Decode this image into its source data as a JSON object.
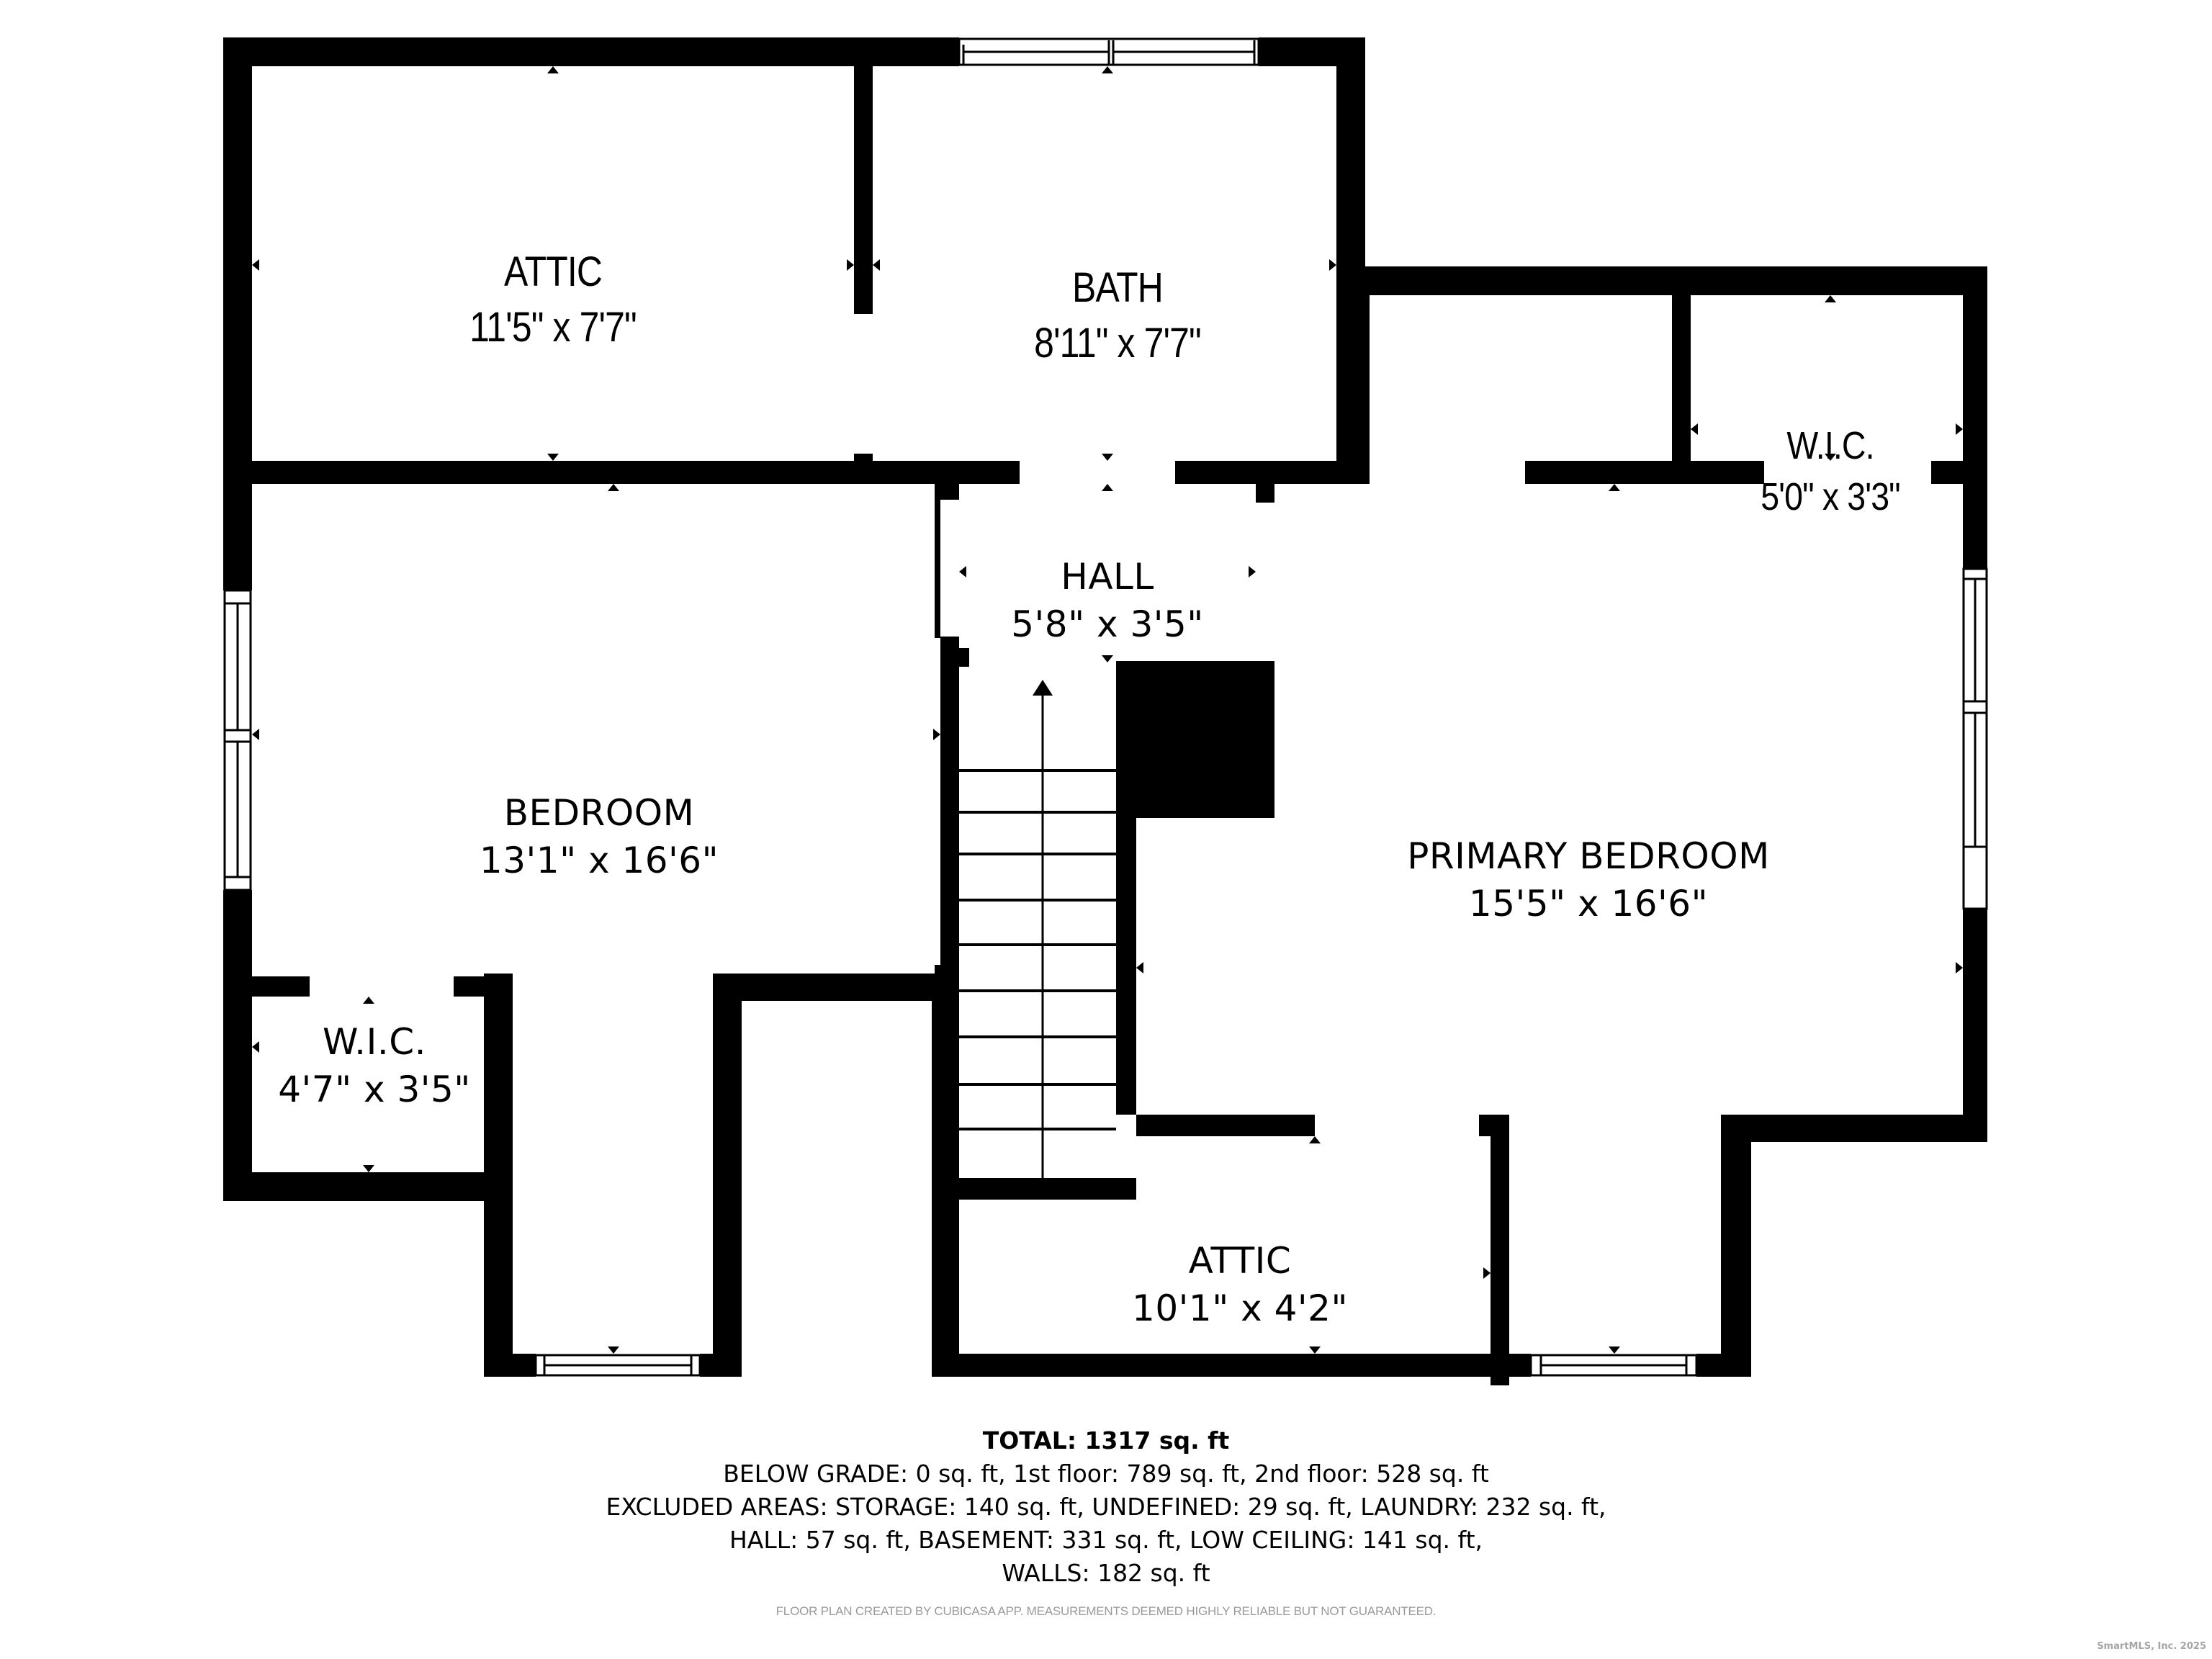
{
  "floor_plan": {
    "rooms": [
      {
        "id": "attic-top",
        "name": "ATTIC",
        "dims": "11'5\" x 7'7\""
      },
      {
        "id": "bath",
        "name": "BATH",
        "dims": "8'11\" x 7'7\""
      },
      {
        "id": "wic-right",
        "name": "W.I.C.",
        "dims": "5'0\" x 3'3\""
      },
      {
        "id": "hall",
        "name": "HALL",
        "dims": "5'8\" x 3'5\""
      },
      {
        "id": "bedroom",
        "name": "BEDROOM",
        "dims": "13'1\" x 16'6\""
      },
      {
        "id": "primary-bedroom",
        "name": "PRIMARY BEDROOM",
        "dims": "15'5\" x 16'6\""
      },
      {
        "id": "wic-left",
        "name": "W.I.C.",
        "dims": "4'7\" x 3'5\""
      },
      {
        "id": "attic-bottom",
        "name": "ATTIC",
        "dims": "10'1\" x 4'2\""
      }
    ],
    "icons": {
      "dimension_marker": "triangle-marker",
      "stairs_direction": "arrow-up",
      "window": "double-line-window"
    }
  },
  "summary": {
    "total": "TOTAL: 1317 sq. ft",
    "line1": "BELOW GRADE: 0 sq. ft, 1st floor: 789 sq. ft, 2nd floor: 528 sq. ft",
    "line2": "EXCLUDED AREAS: STORAGE: 140 sq. ft, UNDEFINED: 29 sq. ft, LAUNDRY: 232 sq. ft,",
    "line3": "HALL: 57 sq. ft, BASEMENT: 331 sq. ft, LOW CEILING: 141 sq. ft,",
    "line4": "WALLS: 182 sq. ft"
  },
  "disclaimer": "FLOOR PLAN CREATED BY CUBICASA APP. MEASUREMENTS DEEMED HIGHLY RELIABLE BUT NOT GUARANTEED.",
  "copyright": "SmartMLS, Inc.  2025",
  "colors": {
    "wall": "#000000",
    "background": "#ffffff",
    "disclaimer_text": "#9a9a9a",
    "copyright_text": "#a5a5a5"
  }
}
